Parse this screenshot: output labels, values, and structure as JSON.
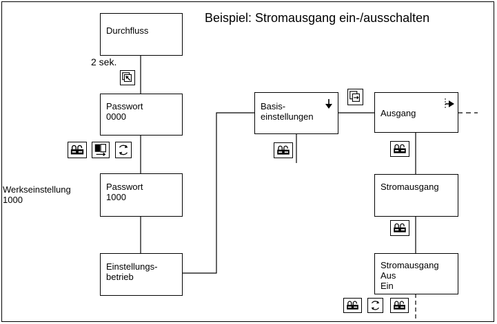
{
  "title": "Beispiel: Stromausgang ein-/ausschalten",
  "boxes": {
    "durchfluss": {
      "lines": [
        "Durchfluss"
      ]
    },
    "passwort_0000": {
      "lines": [
        "Passwort",
        "0000"
      ]
    },
    "passwort_1000": {
      "lines": [
        "Passwort",
        "1000"
      ]
    },
    "einstellungsbetrieb": {
      "lines": [
        "Einstellungs-",
        "betrieb"
      ]
    },
    "basiseinstellungen": {
      "lines": [
        "Basis-",
        "einstellungen"
      ]
    },
    "ausgang": {
      "lines": [
        "Ausgang"
      ]
    },
    "stromausgang": {
      "lines": [
        "Stromausgang"
      ]
    },
    "stromausgang_state": {
      "lines": [
        "Stromausgang",
        "Aus",
        "Ein"
      ]
    }
  },
  "labels": {
    "hold_time": "2 sek.",
    "factory_setting": [
      "Werkseinstellung",
      "1000"
    ]
  },
  "icons": {
    "hand_press": "hand-press-icon",
    "unlock": "unlock-keys-icon",
    "toggle": "toggle-select-icon",
    "cycle": "cycle-arrows-icon",
    "menu_page": "menu-page-icon",
    "down_arrow": "down-arrow-icon",
    "right_arrow": "right-arrow-icon"
  }
}
